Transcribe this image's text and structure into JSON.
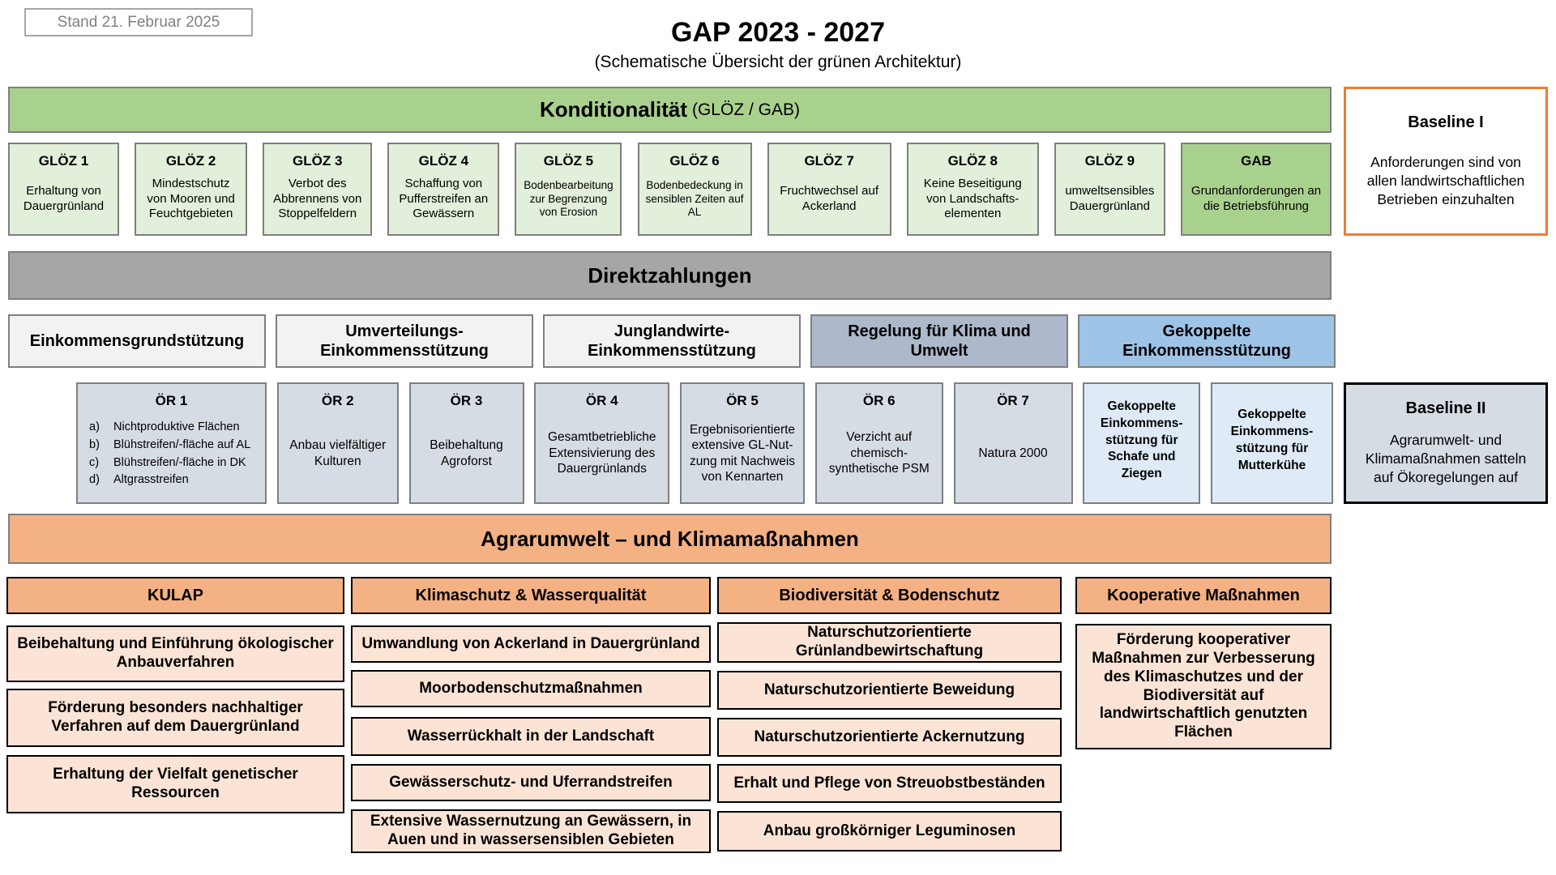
{
  "meta": {
    "stand": "Stand 21. Februar 2025"
  },
  "header": {
    "title": "GAP 2023 - 2027",
    "subtitle": "(Schematische Übersicht der grünen Architektur)"
  },
  "konditionalitaet": {
    "banner_bold": "Konditionalität",
    "banner_rest": "(GLÖZ / GAB)",
    "boxes": [
      {
        "title": "GLÖZ 1",
        "text": "Erhaltung von Dauergrünland"
      },
      {
        "title": "GLÖZ 2",
        "text": "Mindestschutz von Mooren und Feuchtgebieten"
      },
      {
        "title": "GLÖZ 3",
        "text": "Verbot des Abbrennens von Stoppelfeldern"
      },
      {
        "title": "GLÖZ 4",
        "text": "Schaffung von Pufferstreifen an Gewässern"
      },
      {
        "title": "GLÖZ 5",
        "text": "Bodenbearbeitung zur Begrenzung von Erosion"
      },
      {
        "title": "GLÖZ 6",
        "text": "Bodenbedeckung in sensiblen Zeiten auf AL"
      },
      {
        "title": "GLÖZ 7",
        "text": "Fruchtwechsel auf Ackerland"
      },
      {
        "title": "GLÖZ 8",
        "text": "Keine Beseitigung von Landschafts-elementen"
      },
      {
        "title": "GLÖZ 9",
        "text": "umweltsensibles Dauergrünland"
      },
      {
        "title": "GAB",
        "text": "Grundanforderungen an die Betriebsführung"
      }
    ]
  },
  "baseline1": {
    "title": "Baseline I",
    "text": "Anforderungen sind von allen landwirtschaftlichen Betrieben einzuhalten"
  },
  "direktzahlungen": {
    "banner": "Direktzahlungen",
    "boxes": [
      {
        "label": "Einkommensgrundstützung"
      },
      {
        "label": "Umverteilungs-Einkommensstützung"
      },
      {
        "label": "Junglandwirte-Einkommensstützung"
      },
      {
        "label": "Regelung für Klima und Umwelt"
      },
      {
        "label": "Gekoppelte Einkommensstützung"
      }
    ]
  },
  "oekoregelungen": {
    "or1": {
      "title": "ÖR 1",
      "items": [
        {
          "m": "a)",
          "t": "Nichtproduktive Flächen"
        },
        {
          "m": "b)",
          "t": "Blühstreifen/-fläche auf AL"
        },
        {
          "m": "c)",
          "t": "Blühstreifen/-fläche in DK"
        },
        {
          "m": "d)",
          "t": "Altgrasstreifen"
        }
      ]
    },
    "boxes": [
      {
        "title": "ÖR 2",
        "text": "Anbau vielfältiger Kulturen"
      },
      {
        "title": "ÖR 3",
        "text": "Beibehaltung Agroforst"
      },
      {
        "title": "ÖR 4",
        "text": "Gesamtbetriebliche Extensivierung des Dauergrünlands"
      },
      {
        "title": "ÖR 5",
        "text": "Ergebnisorientierte extensive GL-Nut-zung mit Nachweis von Kennarten"
      },
      {
        "title": "ÖR 6",
        "text": "Verzicht auf chemisch-synthetische PSM"
      },
      {
        "title": "ÖR 7",
        "text": "Natura 2000"
      }
    ],
    "coupled": [
      {
        "text": "Gekoppelte Einkommens-stützung für Schafe und Ziegen"
      },
      {
        "text": "Gekoppelte Einkommens-stützung für Mutterkühe"
      }
    ]
  },
  "baseline2": {
    "title": "Baseline II",
    "text": "Agrarumwelt- und Klimamaßnahmen satteln auf Ökoregelungen auf"
  },
  "aukm": {
    "banner": "Agrarumwelt – und Klimamaßnahmen",
    "columns": [
      {
        "header": "KULAP",
        "items": [
          "Beibehaltung und Einführung ökologischer Anbauverfahren",
          "Förderung besonders nachhaltiger Verfahren auf dem Dauergrünland",
          "Erhaltung der Vielfalt genetischer Ressourcen"
        ]
      },
      {
        "header": "Klimaschutz & Wasserqualität",
        "items": [
          "Umwandlung von Ackerland in Dauergrünland",
          "Moorbodenschutzmaßnahmen",
          "Wasserrückhalt in der Landschaft",
          "Gewässerschutz- und Uferrandstreifen",
          "Extensive Wassernutzung an Gewässern, in Auen und in wassersensiblen Gebieten"
        ]
      },
      {
        "header": "Biodiversität & Bodenschutz",
        "items": [
          "Naturschutzorientierte Grünlandbewirtschaftung",
          "Naturschutzorientierte Beweidung",
          "Naturschutzorientierte Ackernutzung",
          "Erhalt und Pflege von Streuobstbeständen",
          "Anbau großkörniger Leguminosen"
        ]
      },
      {
        "header": "Kooperative Maßnahmen",
        "items": [
          "Förderung kooperativer Maßnahmen zur Verbesserung des Klimaschutzes und der Biodiversität auf landwirtschaftlich genutzten Flächen"
        ]
      }
    ]
  },
  "colors": {
    "green_banner": "#a9d18e",
    "green_light": "#e2efda",
    "gray_banner": "#a6a6a6",
    "gray_light": "#f2f2f2",
    "bluegray": "#adb9ca",
    "blue": "#9dc3e6",
    "or_fill": "#d6dce4",
    "blue_pale": "#deebf7",
    "orange_banner": "#f4b183",
    "orange_pale": "#fbe4d5",
    "baseline1_border": "#ed7d31"
  }
}
